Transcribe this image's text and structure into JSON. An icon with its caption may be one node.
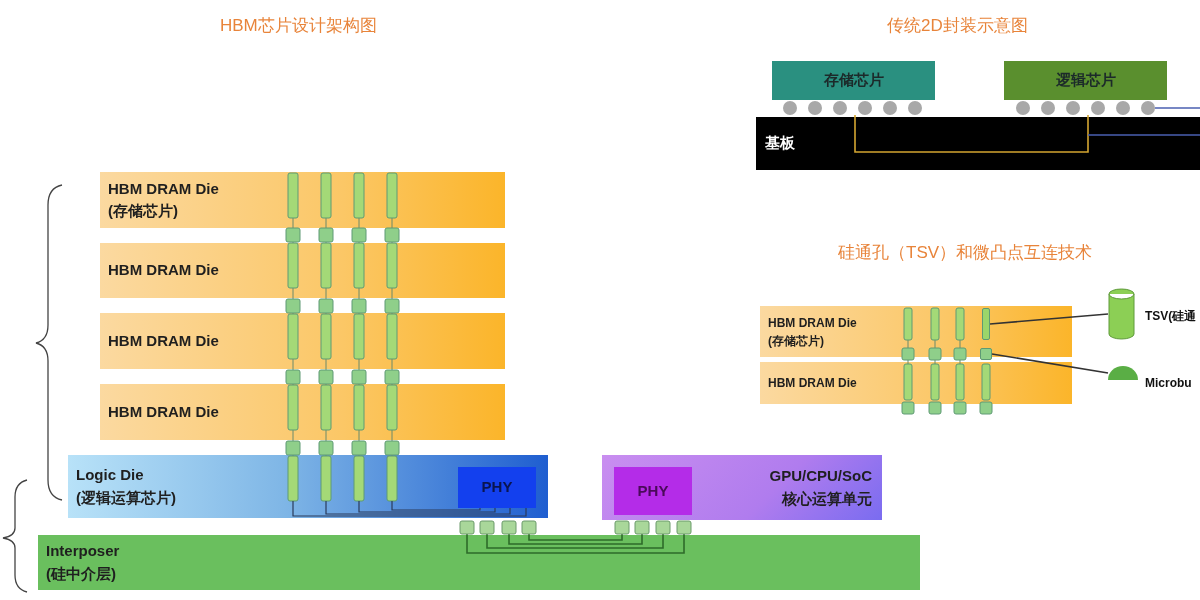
{
  "diagram": {
    "title": "HBM芯片设计架构图",
    "nodes": [
      {
        "text": [
          "HBM DRAM Die",
          "(存储芯片)"
        ]
      },
      {
        "text": [
          "HBM DRAM Die"
        ]
      },
      {
        "text": [
          "HBM DRAM Die"
        ]
      },
      {
        "text": [
          "HBM DRAM Die"
        ]
      },
      {
        "text": [
          "Logic Die",
          "(逻辑运算芯片)"
        ]
      },
      {
        "text": [
          "PHY"
        ],
        "in": 4
      },
      {
        "text": [
          "GPU/CPU/SoC",
          "核心运算单元"
        ]
      },
      {
        "text": [
          "PHY"
        ],
        "in": 6
      },
      {
        "text": [
          "Interposer",
          "(硅中介层)"
        ]
      },
      {
        "text": [
          "存储芯片"
        ]
      },
      {
        "text": [
          "逻辑芯片"
        ]
      },
      {
        "text": [
          "基板"
        ]
      },
      {
        "text": [
          "HBM DRAM Die",
          "(存储芯片)"
        ]
      },
      {
        "text": [
          "HBM DRAM Die"
        ]
      },
      {
        "text": [],
        "shape": "bar",
        "in": 12
      },
      {
        "text": [],
        "shape": "box"
      },
      {
        "text": [],
        "shape": "cylinder",
        "beside": [
          "TSV(硅通"
        ]
      },
      {
        "text": [],
        "shape": "dome",
        "beside": [
          "Microbu"
        ]
      }
    ],
    "edges": [
      {
        "from": 14,
        "to": 16,
        "arrow": "none"
      },
      {
        "from": 15,
        "to": 17,
        "arrow": "none"
      }
    ],
    "labels": [
      "传统2D封装示意图",
      "硅通孔（TSV）和微凸点互连技术"
    ]
  }
}
